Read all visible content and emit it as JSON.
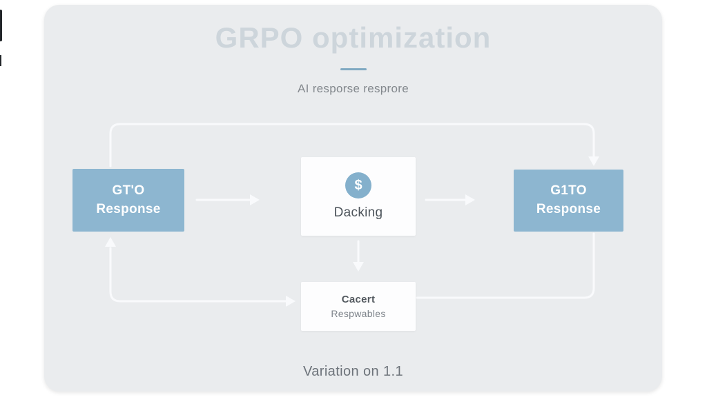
{
  "title": "GRPO optimization",
  "subtitle": "AI resporse resprore",
  "diagram": {
    "left_box": {
      "line1": "GT'O",
      "line2": "Response"
    },
    "process_box": {
      "icon": "dollar-icon",
      "icon_glyph": "$",
      "label": "Dacking"
    },
    "right_box": {
      "line1": "G1TO",
      "line2": "Response"
    },
    "bottom_box": {
      "line1": "Cacert",
      "line2": "Respwables"
    }
  },
  "caption": "Variation on 1.1",
  "colors": {
    "accent_blue": "#8db6d0",
    "divider_blue": "#7fa9c2",
    "card_bg": "#eaecee",
    "arrow": "#f9fafc",
    "title_text": "#cdd5db"
  }
}
